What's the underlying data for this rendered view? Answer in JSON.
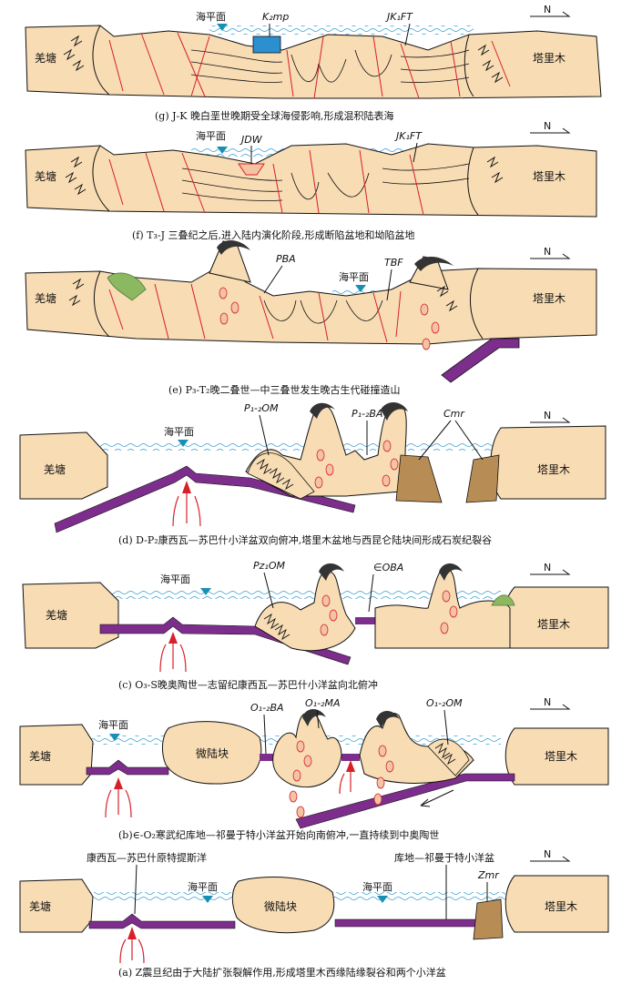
{
  "terms": {
    "qiangtang": "羌塘",
    "tarim": "塔里木",
    "sea_level": "海平面",
    "microcontinent": "微陆块",
    "north": "N"
  },
  "panels": [
    {
      "id": "g",
      "caption": "(g) J-K 晚白垩世晚期受全球海侵影响,形成混积陆表海",
      "labels": [
        "K₂mp",
        "JK₁FT"
      ]
    },
    {
      "id": "f",
      "caption": "(f) T₃-J 三叠纪之后,进入陆内演化阶段,形成断陷盆地和坳陷盆地",
      "labels": [
        "JDW",
        "JK₁FT"
      ]
    },
    {
      "id": "e",
      "caption": "(e) P₃-T₂晚二叠世—中三叠世发生晚古生代碰撞造山",
      "labels": [
        "PBA",
        "TBF"
      ]
    },
    {
      "id": "d",
      "caption": "(d) D-P₂康西瓦—苏巴什小洋盆双向俯冲,塔里木盆地与西昆仑陆块间形成石炭纪裂谷",
      "labels": [
        "P₁-₂OM",
        "P₁-₂BA",
        "Cmr"
      ]
    },
    {
      "id": "c",
      "caption": "(c) O₃-S晚奥陶世—志留纪康西瓦—苏巴什小洋盆向北俯冲",
      "labels": [
        "Pz₁OM",
        "∈OBA"
      ]
    },
    {
      "id": "b",
      "caption": "(b)∈-O₂寒武纪库地—祁曼于特小洋盆开始向南俯冲,一直持续到中奥陶世",
      "labels": [
        "O₁-₂BA",
        "O₁-₂MA",
        "O₁-₂OM"
      ]
    },
    {
      "id": "a",
      "caption": "(a) Z震旦纪由于大陆扩张裂解作用,形成塔里木西缘陆缘裂谷和两个小洋盆",
      "labels": [
        "康西瓦—苏巴什原特提斯洋",
        "库地—祁曼于特小洋盆",
        "Zmr"
      ]
    }
  ],
  "colors": {
    "crust": "#f8dcb4",
    "ocean": "#7d2e8c",
    "fault": "#d8202a",
    "water": "#2e9ad0",
    "triangle": "#1a8fb5",
    "rift": "#b88d55",
    "carbonate": "#2b8fd0",
    "arc_top": "#333333",
    "green": "#8db862"
  }
}
